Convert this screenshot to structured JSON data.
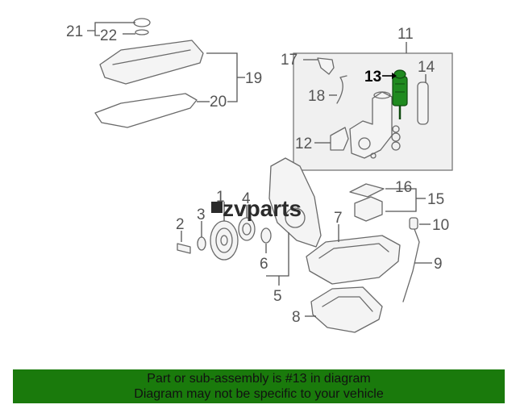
{
  "watermark": "zvparts",
  "highlighted_part": "13",
  "callouts": {
    "c1": "1",
    "c2": "2",
    "c3": "3",
    "c4": "4",
    "c5": "5",
    "c6": "6",
    "c7": "7",
    "c8": "8",
    "c9": "9",
    "c10": "10",
    "c11": "11",
    "c12": "12",
    "c13": "13",
    "c14": "14",
    "c15": "15",
    "c16": "16",
    "c17": "17",
    "c18": "18",
    "c19": "19",
    "c20": "20",
    "c21": "21",
    "c22": "22"
  },
  "footer": {
    "line1": "Part or sub-assembly is #13 in diagram",
    "line2": "Diagram may not be specific to your vehicle"
  },
  "colors": {
    "footer_bg": "#1a7a0c",
    "highlight": "#1f8a1f",
    "filter_box_bg": "#f0f0f0"
  }
}
